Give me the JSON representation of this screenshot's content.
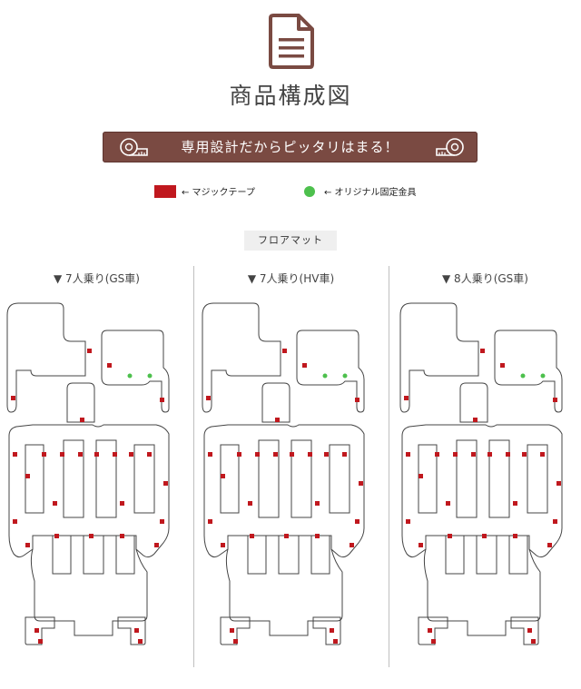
{
  "header": {
    "icon": "document-icon",
    "title": "商品構成図"
  },
  "banner": {
    "text": "専用設計だからピッタリはまる！",
    "icon": "tape-measure-icon",
    "color": "#7a4a42"
  },
  "legend": {
    "items": [
      {
        "label": "← マジックテープ",
        "color": "#c0181e"
      },
      {
        "label": "← オリジナル固定金具",
        "color": "#4dc04d"
      }
    ]
  },
  "section_label": "フロアマット",
  "variants": [
    {
      "label": "▼ 7人乗り(GS車)"
    },
    {
      "label": "▼ 7人乗り(HV車)"
    },
    {
      "label": "▼ 8人乗り(GS車)"
    }
  ],
  "colors": {
    "outline": "#444444",
    "velcro": "#c0181e",
    "clip": "#4dc04d"
  }
}
